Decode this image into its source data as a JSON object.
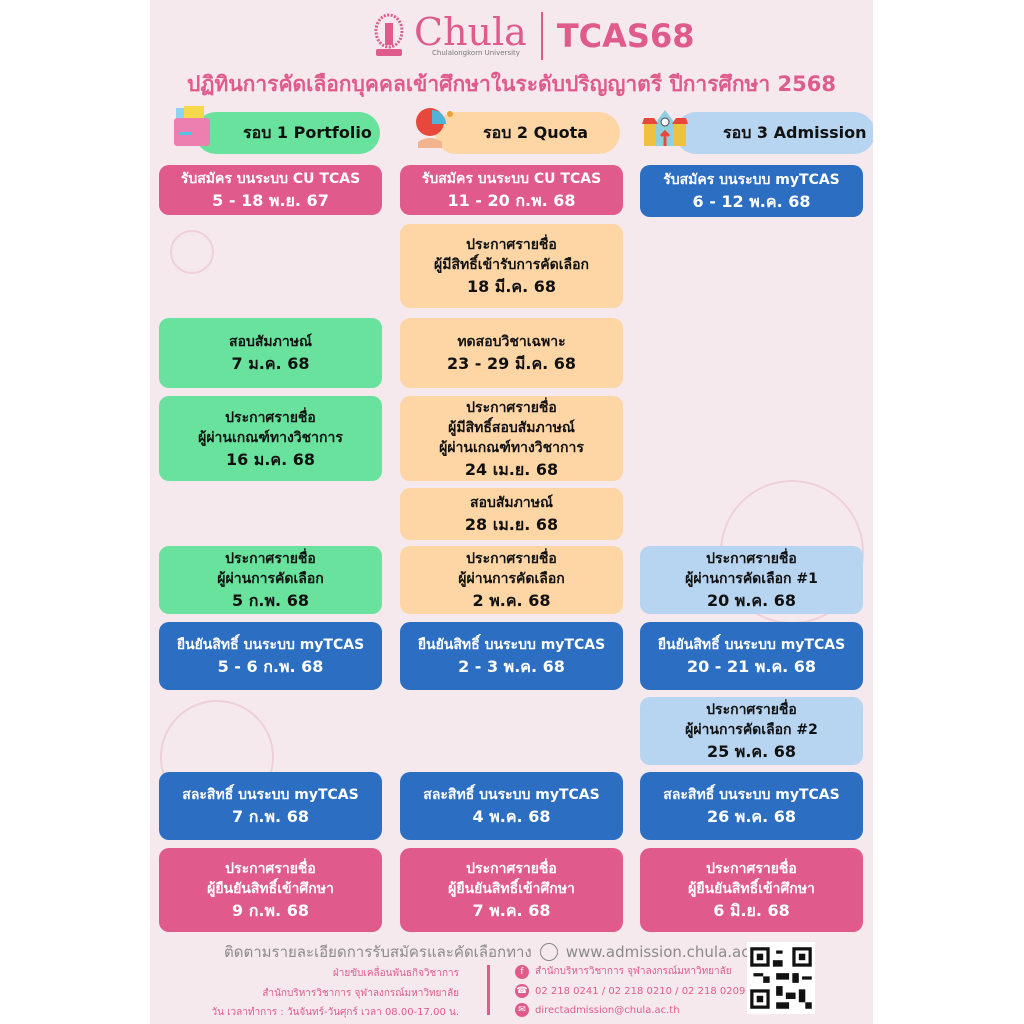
{
  "header": {
    "logo_name": "Chula",
    "logo_sub": "Chulalongkorn University",
    "program": "TCAS68",
    "title": "ปฏิทินการคัดเลือกบุคคลเข้าศึกษาในระดับปริญญาตรี ปีการศึกษา 2568"
  },
  "rounds": [
    {
      "label": "รอบ 1 Portfolio",
      "icon": "portfolio-folder-icon",
      "color": "#68e29c"
    },
    {
      "label": "รอบ 2 Quota",
      "icon": "quota-pie-chart-icon",
      "color": "#fed6a6"
    },
    {
      "label": "รอบ 3 Admission",
      "icon": "school-building-icon",
      "color": "#b7d4f1"
    }
  ],
  "columns": [
    [
      {
        "style": "pink",
        "lines": [
          "รับสมัคร บนระบบ CU TCAS"
        ],
        "date": "5 - 18 พ.ย. 67"
      },
      {
        "style": "green",
        "lines": [
          "สอบสัมภาษณ์"
        ],
        "date": "7 ม.ค. 68"
      },
      {
        "style": "green",
        "lines": [
          "ประกาศรายชื่อ",
          "ผู้ผ่านเกณฑ์ทางวิชาการ"
        ],
        "date": "16 ม.ค. 68"
      },
      {
        "style": "green",
        "lines": [
          "ประกาศรายชื่อ",
          "ผู้ผ่านการคัดเลือก"
        ],
        "date": "5 ก.พ. 68"
      },
      {
        "style": "blue",
        "lines": [
          "ยืนยันสิทธิ์ บนระบบ myTCAS"
        ],
        "date": "5 - 6 ก.พ. 68"
      },
      {
        "style": "blue",
        "lines": [
          "สละสิทธิ์ บนระบบ myTCAS"
        ],
        "date": "7 ก.พ. 68"
      },
      {
        "style": "pink",
        "lines": [
          "ประกาศรายชื่อ",
          "ผู้ยืนยันสิทธิ์เข้าศึกษา"
        ],
        "date": "9 ก.พ. 68"
      }
    ],
    [
      {
        "style": "pink",
        "lines": [
          "รับสมัคร บนระบบ CU TCAS"
        ],
        "date": "11 - 20 ก.พ. 68"
      },
      {
        "style": "peach",
        "lines": [
          "ประกาศรายชื่อ",
          "ผู้มีสิทธิ์เข้ารับการคัดเลือก"
        ],
        "date": "18 มี.ค. 68"
      },
      {
        "style": "peach",
        "lines": [
          "ทดสอบวิชาเฉพาะ"
        ],
        "date": "23 - 29 มี.ค. 68"
      },
      {
        "style": "peach",
        "lines": [
          "ประกาศรายชื่อ",
          "ผู้มีสิทธิ์สอบสัมภาษณ์",
          "ผู้ผ่านเกณฑ์ทางวิชาการ"
        ],
        "date": "24 เม.ย. 68"
      },
      {
        "style": "peach",
        "lines": [
          "สอบสัมภาษณ์"
        ],
        "date": "28 เม.ย. 68"
      },
      {
        "style": "peach",
        "lines": [
          "ประกาศรายชื่อ",
          "ผู้ผ่านการคัดเลือก"
        ],
        "date": "2 พ.ค. 68"
      },
      {
        "style": "blue",
        "lines": [
          "ยืนยันสิทธิ์ บนระบบ myTCAS"
        ],
        "date": "2 - 3 พ.ค. 68"
      },
      {
        "style": "blue",
        "lines": [
          "สละสิทธิ์ บนระบบ myTCAS"
        ],
        "date": "4 พ.ค. 68"
      },
      {
        "style": "pink",
        "lines": [
          "ประกาศรายชื่อ",
          "ผู้ยืนยันสิทธิ์เข้าศึกษา"
        ],
        "date": "7 พ.ค. 68"
      }
    ],
    [
      {
        "style": "blue",
        "lines": [
          "รับสมัคร บนระบบ myTCAS"
        ],
        "date": "6 - 12 พ.ค. 68"
      },
      {
        "style": "lblue",
        "lines": [
          "ประกาศรายชื่อ",
          "ผู้ผ่านการคัดเลือก #1"
        ],
        "date": "20 พ.ค. 68"
      },
      {
        "style": "blue",
        "lines": [
          "ยืนยันสิทธิ์ บนระบบ myTCAS"
        ],
        "date": "20 - 21 พ.ค. 68"
      },
      {
        "style": "lblue",
        "lines": [
          "ประกาศรายชื่อ",
          "ผู้ผ่านการคัดเลือก #2"
        ],
        "date": "25 พ.ค. 68"
      },
      {
        "style": "blue",
        "lines": [
          "สละสิทธิ์ บนระบบ myTCAS"
        ],
        "date": "26 พ.ค. 68"
      },
      {
        "style": "pink",
        "lines": [
          "ประกาศรายชื่อ",
          "ผู้ยืนยันสิทธิ์เข้าศึกษา"
        ],
        "date": "6 มิ.ย. 68"
      }
    ]
  ],
  "footer": {
    "follow_text": "ติดตามรายละเอียดการรับสมัครและคัดเลือกทาง",
    "website": "www.admission.chula.ac.th",
    "dept": "ฝ่ายขับเคลื่อนพันธกิจวิชาการ",
    "office": "สำนักบริหารวิชาการ จุฬาลงกรณ์มหาวิทยาลัย",
    "hours": "วัน เวลาทำการ : วันจันทร์-วันศุกร์ เวลา 08.00-17.00 น.",
    "facebook": "สำนักบริหารวิชาการ จุฬาลงกรณ์มหาวิทยาลัย",
    "phone": "02 218 0241 / 02 218 0210 / 02 218 0209",
    "email": "directadmission@chula.ac.th"
  }
}
